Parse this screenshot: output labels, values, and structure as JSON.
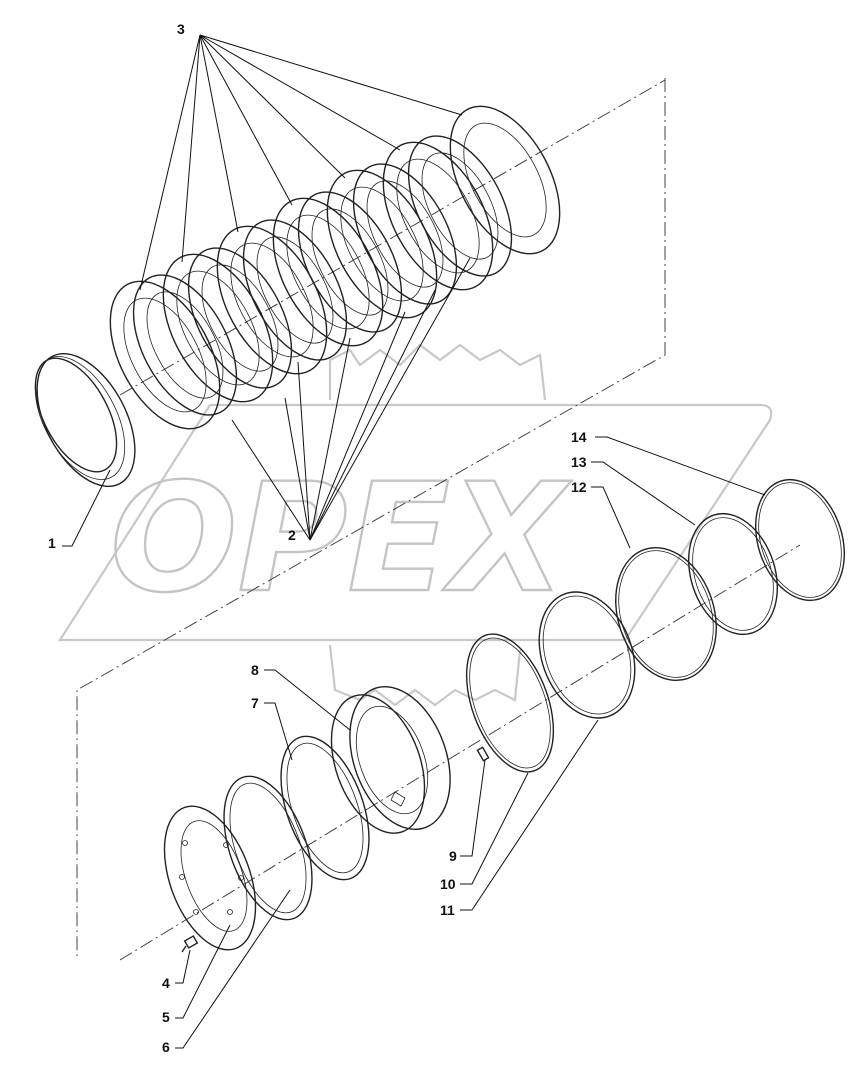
{
  "watermark": {
    "text": "OPEX"
  },
  "callouts": {
    "c1": "1",
    "c2": "2",
    "c3": "3",
    "c4": "4",
    "c5": "5",
    "c6": "6",
    "c7": "7",
    "c8": "8",
    "c9": "9",
    "c10": "10",
    "c11": "11",
    "c12": "12",
    "c13": "13",
    "c14": "14"
  }
}
